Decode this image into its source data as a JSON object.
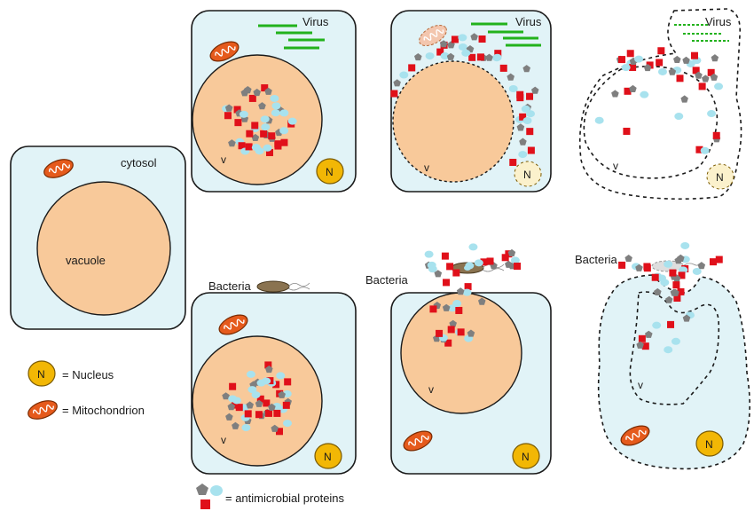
{
  "labels": {
    "cytosol": "cytosol",
    "vacuole": "vacuole",
    "vacuole_short": "v",
    "nucleus_letter": "N",
    "virus": "Virus",
    "bacteria": "Bacteria"
  },
  "legend": {
    "nucleus": "= Nucleus",
    "mitochondrion": "= Mitochondrion",
    "antimicrobial": "= antimicrobial proteins"
  },
  "colors": {
    "cytosol": "#e1f3f7",
    "vacuole": "#f8c99a",
    "nucleus": "#f2b705",
    "mitochondrion": "#e55a1c",
    "virus": "#22b21c",
    "bacteria": "#8a7350",
    "protein_square": "#e0101a",
    "protein_pentagon": "#7f7f7f",
    "protein_ellipse": "#a8e2ee"
  },
  "icons": [
    "nucleus-icon",
    "mitochondrion-icon",
    "virus-icon",
    "bacteria-icon",
    "pentagon-protein-icon",
    "ellipse-protein-icon",
    "square-protein-icon"
  ]
}
